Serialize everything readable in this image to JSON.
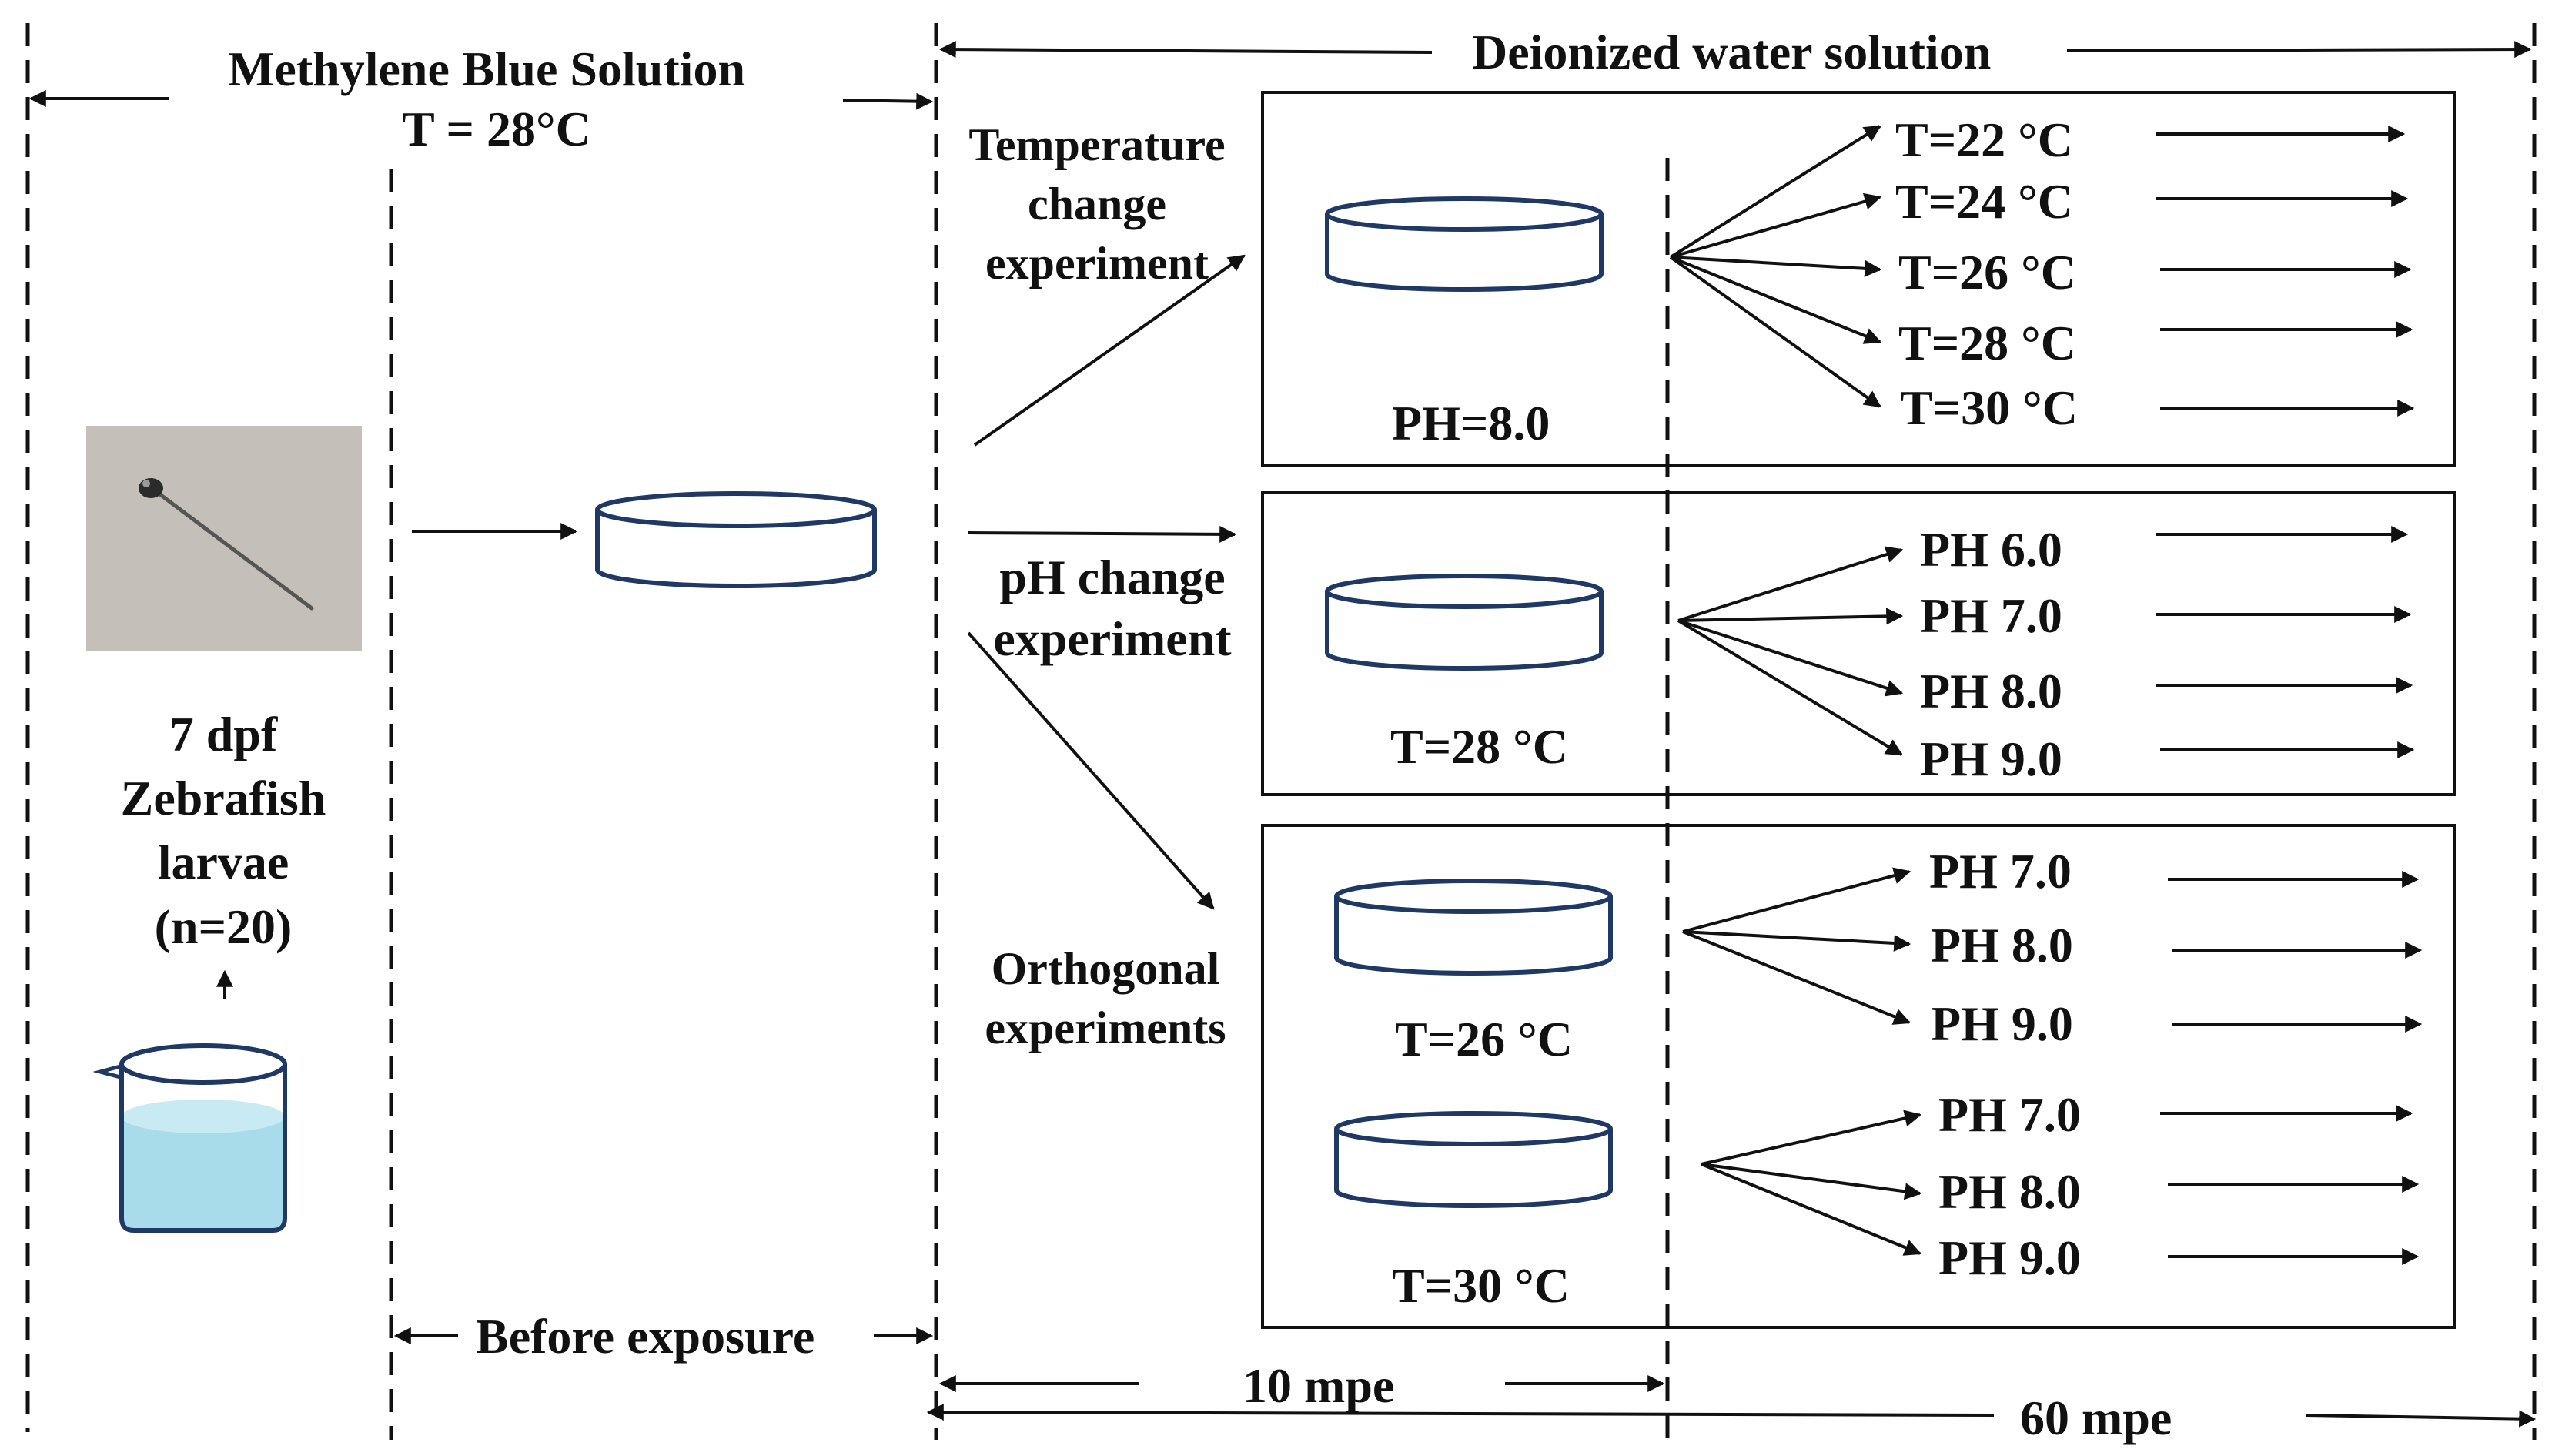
{
  "top": {
    "methylene": "Methylene Blue Solution",
    "methylene_temp": "T = 28°C",
    "deionized": "Deionized water solution"
  },
  "specimen": {
    "lines": [
      "7 dpf",
      "Zebrafish",
      "larvae",
      "(n=20)"
    ]
  },
  "experiments": {
    "temperature": {
      "title": [
        "Temperature",
        "change",
        "experiment"
      ],
      "dish_label": "PH=8.0",
      "conditions": [
        "T=22 °C",
        "T=24 °C",
        "T=26 °C",
        "T=28 °C",
        "T=30 °C"
      ]
    },
    "ph": {
      "title": [
        "pH change",
        "experiment"
      ],
      "dish_label": "T=28 °C",
      "conditions": [
        "PH 6.0",
        "PH 7.0",
        "PH 8.0",
        "PH 9.0"
      ]
    },
    "orthogonal": {
      "title": [
        "Orthogonal",
        "experiments"
      ],
      "groups": [
        {
          "dish_label": "T=26 °C",
          "conditions": [
            "PH 7.0",
            "PH 8.0",
            "PH 9.0"
          ]
        },
        {
          "dish_label": "T=30 °C",
          "conditions": [
            "PH 7.0",
            "PH 8.0",
            "PH 9.0"
          ]
        }
      ]
    }
  },
  "bottom": {
    "before": "Before exposure",
    "ten": "10 mpe",
    "sixty": "60 mpe"
  },
  "colors": {
    "dish_stroke": "#1f3864",
    "water": "#a9dcea",
    "water_top": "#c7eaf3",
    "line": "#111111"
  }
}
